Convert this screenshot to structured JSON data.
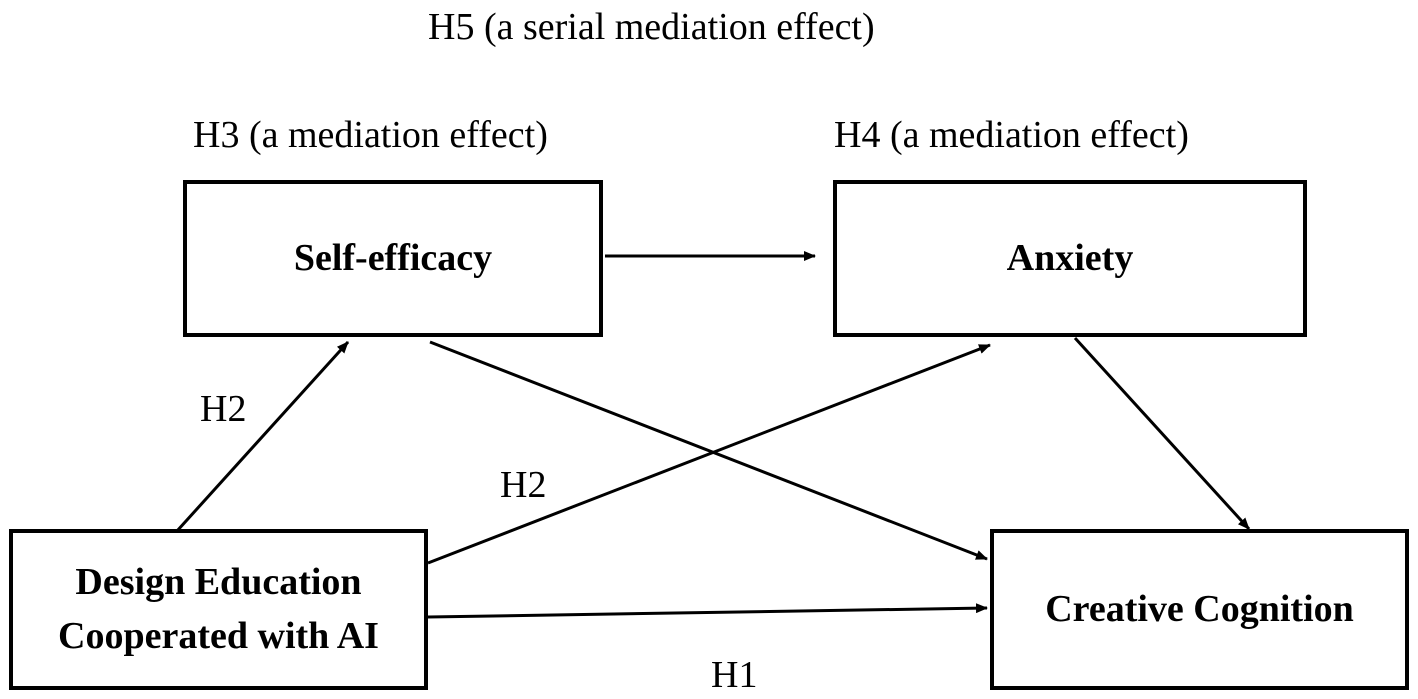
{
  "hypotheses": {
    "h5": "H5 (a serial mediation effect)",
    "h3": "H3 (a mediation effect)",
    "h4": "H4 (a mediation effect)",
    "h2_left": "H2",
    "h2_center": "H2",
    "h1": "H1"
  },
  "nodes": {
    "self_efficacy": "Self-efficacy",
    "anxiety": "Anxiety",
    "design_education": {
      "line1": "Design Education",
      "line2": "Cooperated with AI"
    },
    "creative_cognition": "Creative Cognition"
  },
  "colors": {
    "stroke": "#000000",
    "background": "#ffffff"
  }
}
